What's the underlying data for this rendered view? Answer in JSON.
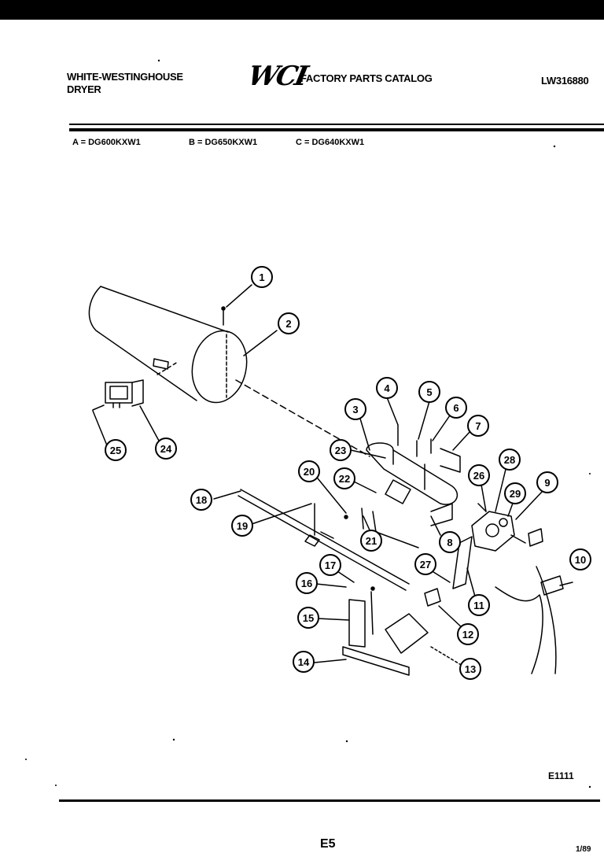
{
  "header": {
    "brand_line1": "WHITE-WESTINGHOUSE",
    "brand_line2": "DRYER",
    "logo_text": "WCI",
    "catalog_title": "FACTORY PARTS CATALOG",
    "catalog_number": "LW316880"
  },
  "models": [
    {
      "text": "A = DG600KXW1"
    },
    {
      "text": "B = DG650KXW1"
    },
    {
      "text": "C = DG640KXW1"
    }
  ],
  "callouts": [
    "1",
    "2",
    "3",
    "4",
    "5",
    "6",
    "7",
    "8",
    "9",
    "10",
    "11",
    "12",
    "13",
    "14",
    "15",
    "16",
    "17",
    "18",
    "19",
    "20",
    "21",
    "22",
    "23",
    "24",
    "25",
    "26",
    "27",
    "28",
    "29"
  ],
  "footer": {
    "figure_code": "E1111",
    "page": "E5",
    "date": "1/89"
  }
}
